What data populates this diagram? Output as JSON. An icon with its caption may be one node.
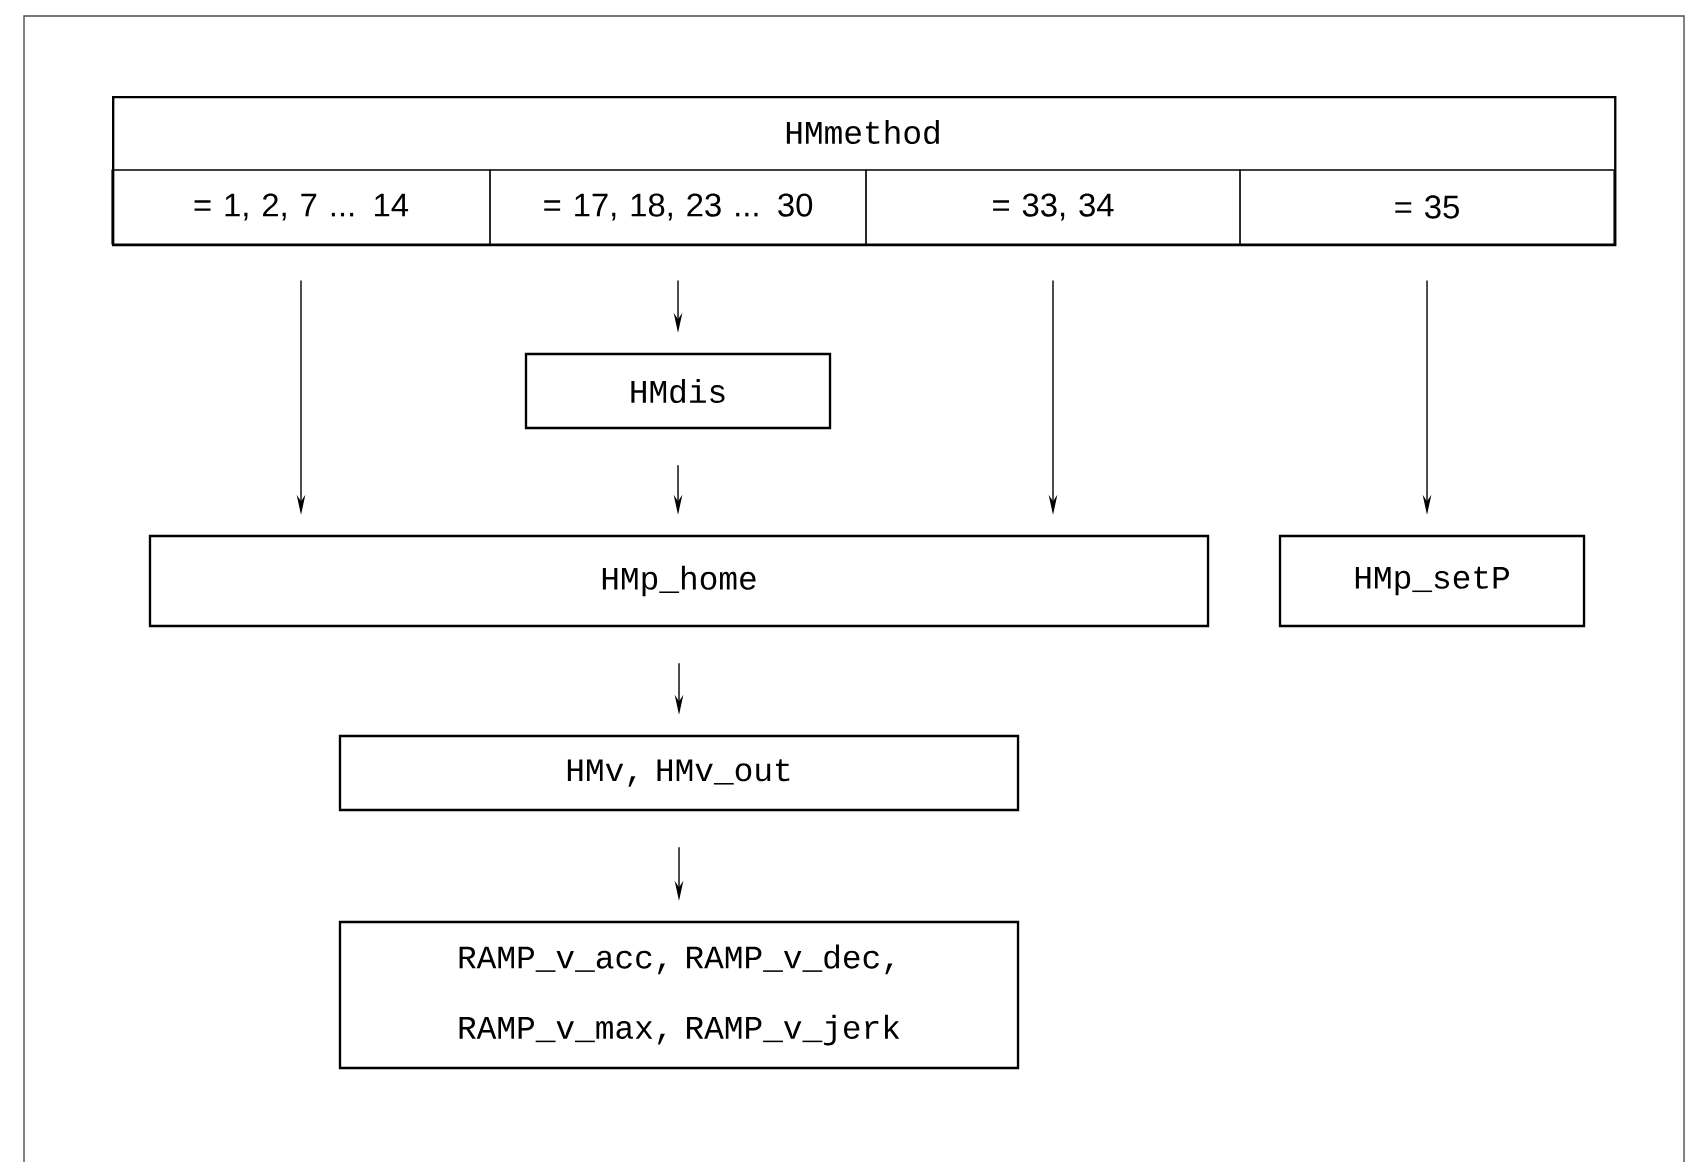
{
  "diagram": {
    "nodes": [
      {
        "text": [
          "HMmethod"
        ]
      },
      {
        "text": [
          "= 1, 2, 7 ... 14"
        ],
        "in": 0
      },
      {
        "text": [
          "= 17, 18, 23 ... 30"
        ],
        "in": 0
      },
      {
        "text": [
          "= 33, 34"
        ],
        "in": 0
      },
      {
        "text": [
          "= 35"
        ],
        "in": 0
      },
      {
        "text": [
          "HMdis"
        ]
      },
      {
        "text": [
          "HMp_home"
        ]
      },
      {
        "text": [
          "HMp_setP"
        ]
      },
      {
        "text": [
          "HMv, HMv_out"
        ]
      },
      {
        "text": [
          "RAMP_v_acc, RAMP_v_dec, RAMP_v_max, RAMP_v_jerk"
        ]
      }
    ],
    "edges": [
      {
        "from": 1,
        "to": 6,
        "arrow": "to"
      },
      {
        "from": 2,
        "to": 5,
        "arrow": "to"
      },
      {
        "from": 5,
        "to": 6,
        "arrow": "to"
      },
      {
        "from": 3,
        "to": 6,
        "arrow": "to"
      },
      {
        "from": 4,
        "to": 7,
        "arrow": "to"
      },
      {
        "from": 6,
        "to": 8,
        "arrow": "to"
      },
      {
        "from": 8,
        "to": 9,
        "arrow": "to"
      }
    ]
  }
}
